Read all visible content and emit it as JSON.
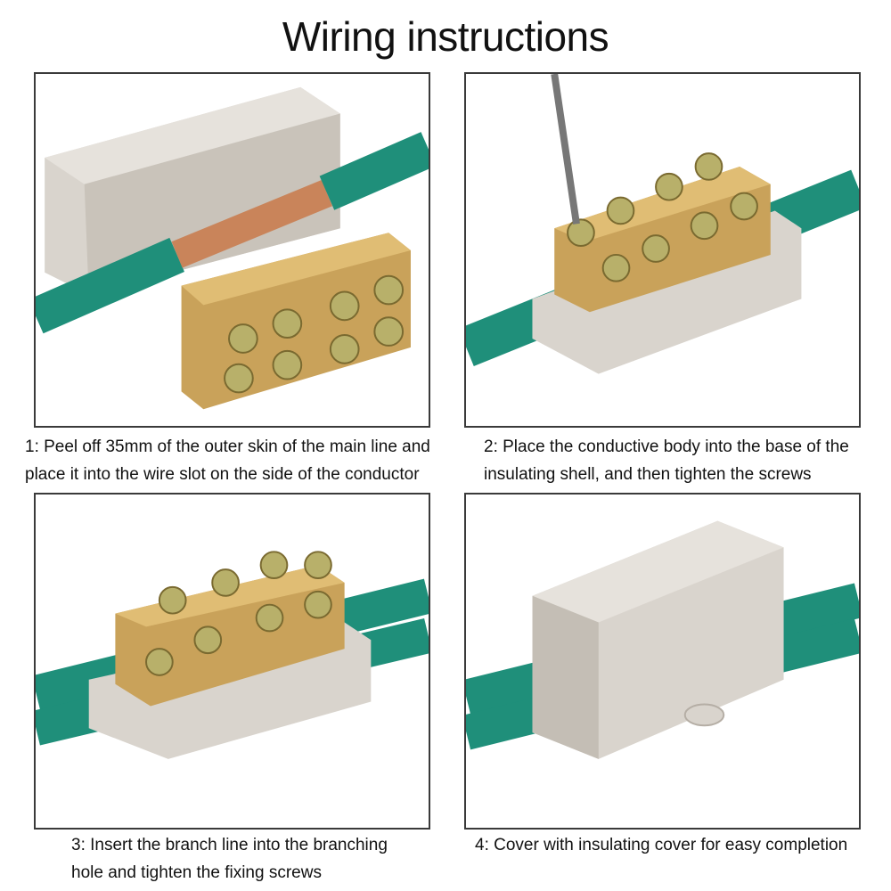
{
  "title": "Wiring instructions",
  "steps": [
    {
      "line1": "1: Peel off 35mm of the outer skin of the main line and",
      "line2": "place it into the wire slot on the side of the conductor"
    },
    {
      "line1": "2: Place the conductive body into the base of the",
      "line2": "insulating shell, and then tighten the screws"
    },
    {
      "line1": "3: Insert the branch line into the branching",
      "line2": "hole and tighten the fixing screws"
    },
    {
      "line1": "4: Cover with insulating cover for easy completion",
      "line2": ""
    }
  ],
  "colors": {
    "wire": "#1f8f7a",
    "wire_dark": "#15685a",
    "brass": "#c9a25a",
    "brass_dark": "#9c7a3a",
    "shell": "#d9d4cd",
    "shell_dark": "#b5aea5",
    "copper": "#c9845a"
  }
}
